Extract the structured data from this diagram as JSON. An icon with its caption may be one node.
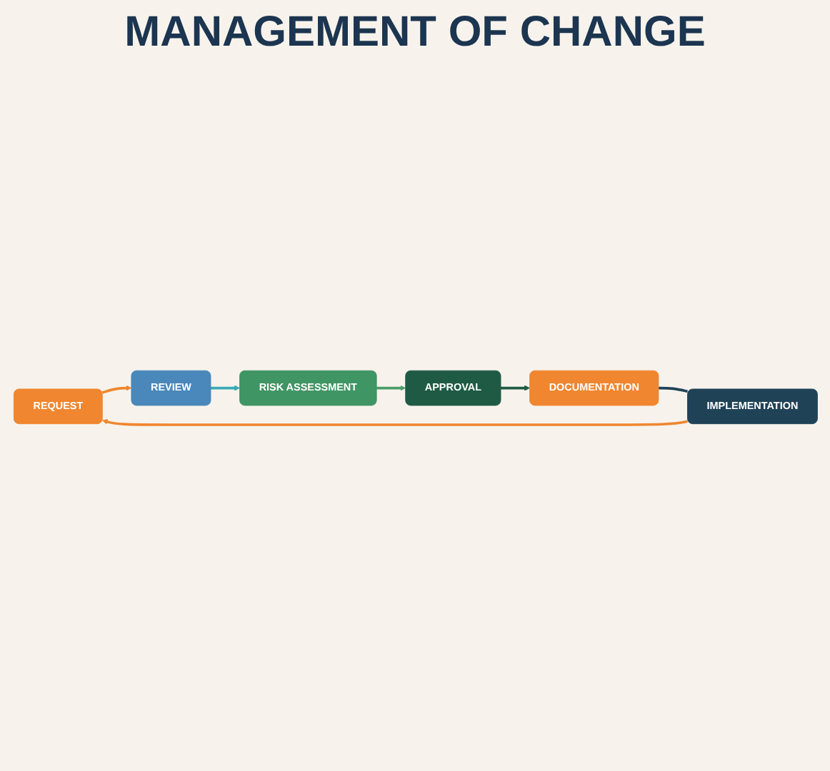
{
  "diagram": {
    "title": "MANAGEMENT OF CHANGE",
    "nodes": [
      {
        "text": [
          "REQUEST"
        ]
      },
      {
        "text": [
          "REVIEW"
        ]
      },
      {
        "text": [
          "RISK ASSESSMENT"
        ]
      },
      {
        "text": [
          "APPROVAL"
        ]
      },
      {
        "text": [
          "DOCUMENTATION"
        ]
      },
      {
        "text": [
          "IMPLEMENTATION"
        ]
      }
    ],
    "edges": [
      {
        "from": 0,
        "to": 1,
        "arrow": "to",
        "color": "#f0862f"
      },
      {
        "from": 1,
        "to": 2,
        "arrow": "to",
        "color": "#3aa9b5"
      },
      {
        "from": 2,
        "to": 3,
        "arrow": "to",
        "color": "#4a9e6a"
      },
      {
        "from": 3,
        "to": 4,
        "arrow": "to",
        "color": "#1f5a45"
      },
      {
        "from": 4,
        "to": 5,
        "arrow": "none",
        "color": "#1f4257"
      },
      {
        "from": 5,
        "to": 0,
        "arrow": "to",
        "color": "#f0862f"
      }
    ]
  }
}
